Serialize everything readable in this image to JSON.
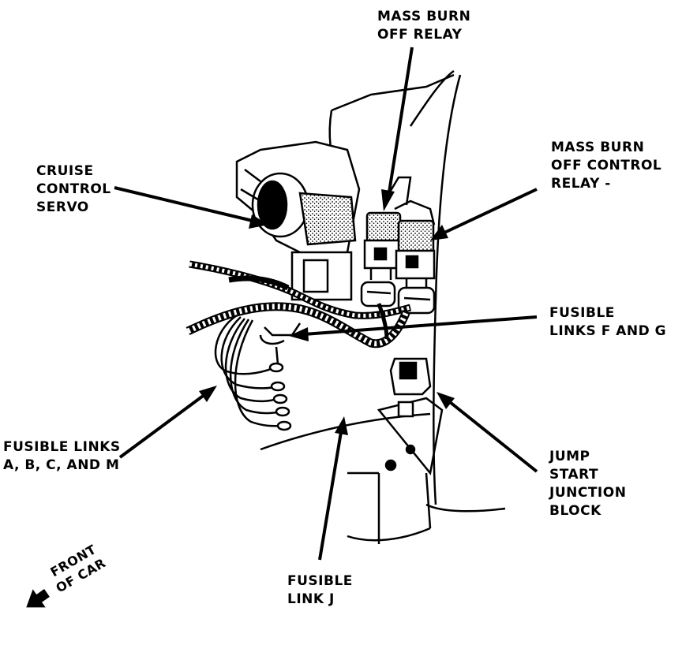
{
  "labels": {
    "mass_burn_off_relay": [
      "MASS BURN",
      "OFF RELAY"
    ],
    "mass_burn_off_control_relay": [
      "MASS BURN",
      "OFF CONTROL",
      "RELAY -"
    ],
    "cruise_control_servo": [
      "CRUISE",
      "CONTROL",
      "SERVO"
    ],
    "fusible_links_f_g": [
      "FUSIBLE",
      "LINKS F AND G"
    ],
    "fusible_links_abcm": [
      "FUSIBLE LINKS",
      "A, B, C, AND M"
    ],
    "jump_start_junction_block": [
      "JUMP",
      "START",
      "JUNCTION",
      "BLOCK"
    ],
    "fusible_link_j": [
      "FUSIBLE",
      "LINK J"
    ],
    "front_of_car": [
      "FRONT",
      "OF CAR"
    ]
  },
  "colors": {
    "ink": "#000000",
    "paper": "#ffffff",
    "shade": "#9a9a9a"
  },
  "icons": {
    "front_arrow": "arrow-left-icon"
  }
}
